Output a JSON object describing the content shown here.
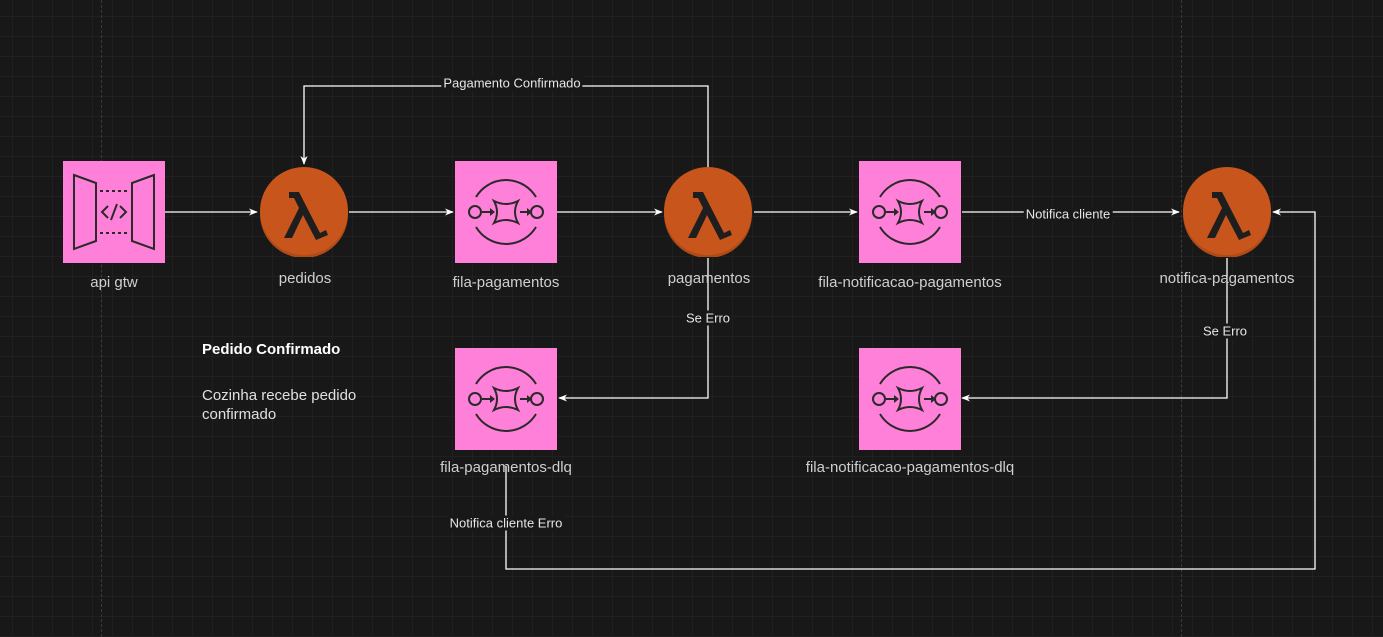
{
  "nodes": {
    "api_gtw": {
      "label": "api gtw"
    },
    "pedidos": {
      "label": "pedidos"
    },
    "fila_pagamentos": {
      "label": "fila-pagamentos"
    },
    "pagamentos": {
      "label": "pagamentos"
    },
    "fila_notificacao_pagamentos": {
      "label": "fila-notificacao-pagamentos"
    },
    "notifica_pagamentos": {
      "label": "notifica-pagamentos"
    },
    "fila_pagamentos_dlq": {
      "label": "fila-pagamentos-dlq"
    },
    "fila_notificacao_pagamentos_dlq": {
      "label": "fila-notificacao-pagamentos-dlq"
    }
  },
  "edges": {
    "pagamento_confirmado": "Pagamento Confirmado",
    "notifica_cliente": "Notifica cliente",
    "se_erro_pagamentos": "Se Erro",
    "se_erro_notifica": "Se Erro",
    "notifica_cliente_erro": "Notifica cliente Erro"
  },
  "note": {
    "title": "Pedido Confirmado",
    "body": "Cozinha recebe pedido confirmado"
  },
  "colors": {
    "background": "#181818",
    "sqs_fill": "#ff80d8",
    "lambda_fill": "#c8561c",
    "edge": "#ffffff"
  }
}
